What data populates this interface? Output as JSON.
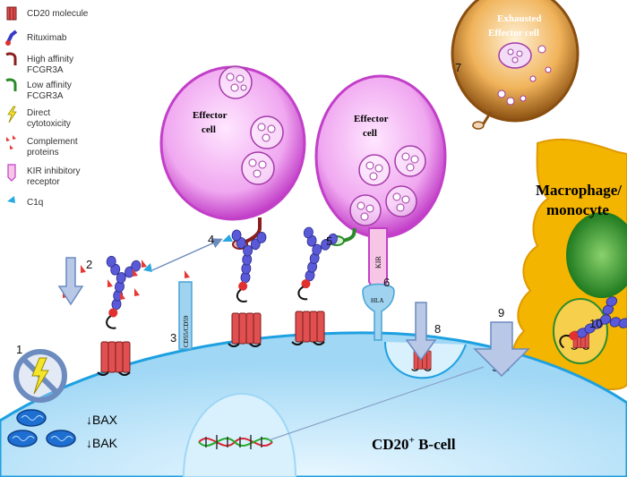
{
  "colors": {
    "effector": "#c23fc8",
    "effector_light": "#f2c9f2",
    "membrane": "#1ea0e0",
    "cell_fill": "#bfe6fb",
    "macrophage": "#f3b500",
    "nucleus": "#2e8b2e",
    "complement": "#e53935",
    "c1q": "#29a8e0",
    "arrow": "#6c8bbf",
    "exhausted": "#b2731c"
  },
  "legend": {
    "items": [
      {
        "icon": "cd20-molecule-icon",
        "label": "CD20 molecule"
      },
      {
        "icon": "rituximab-icon",
        "label": "Rituximab"
      },
      {
        "icon": "high-affinity-fcgr3a-icon",
        "label": "High affinity\nFCGR3A"
      },
      {
        "icon": "low-affinity-fcgr3a-icon",
        "label": "Low affinity\nFCGR3A"
      },
      {
        "icon": "direct-cytotoxicity-icon",
        "label": "Direct\ncytotoxicity"
      },
      {
        "icon": "complement-proteins-icon",
        "label": "Complement\nproteins"
      },
      {
        "icon": "kir-inhibitory-receptor-icon",
        "label": "KIR inhibitory\nreceptor"
      },
      {
        "icon": "c1q-icon",
        "label": "C1q"
      }
    ]
  },
  "labels": {
    "effector_cell_1": "Effector\ncell",
    "effector_cell_2": "Effector\ncell",
    "exhausted_cell": "Exhausted\nEffector cell",
    "macrophage": "Macrophage/\nmonocyte",
    "b_cell": "CD20",
    "b_cell_sup": "+",
    "b_cell_suffix": " B-cell",
    "bax": "↓BAX",
    "bak": "↓BAK",
    "kir_text": "KIR",
    "hla_text": "HLA",
    "cd55_text": "CD55/CD59"
  },
  "steps": [
    "1",
    "2",
    "3",
    "4",
    "5",
    "6",
    "7",
    "8",
    "9",
    "10"
  ]
}
